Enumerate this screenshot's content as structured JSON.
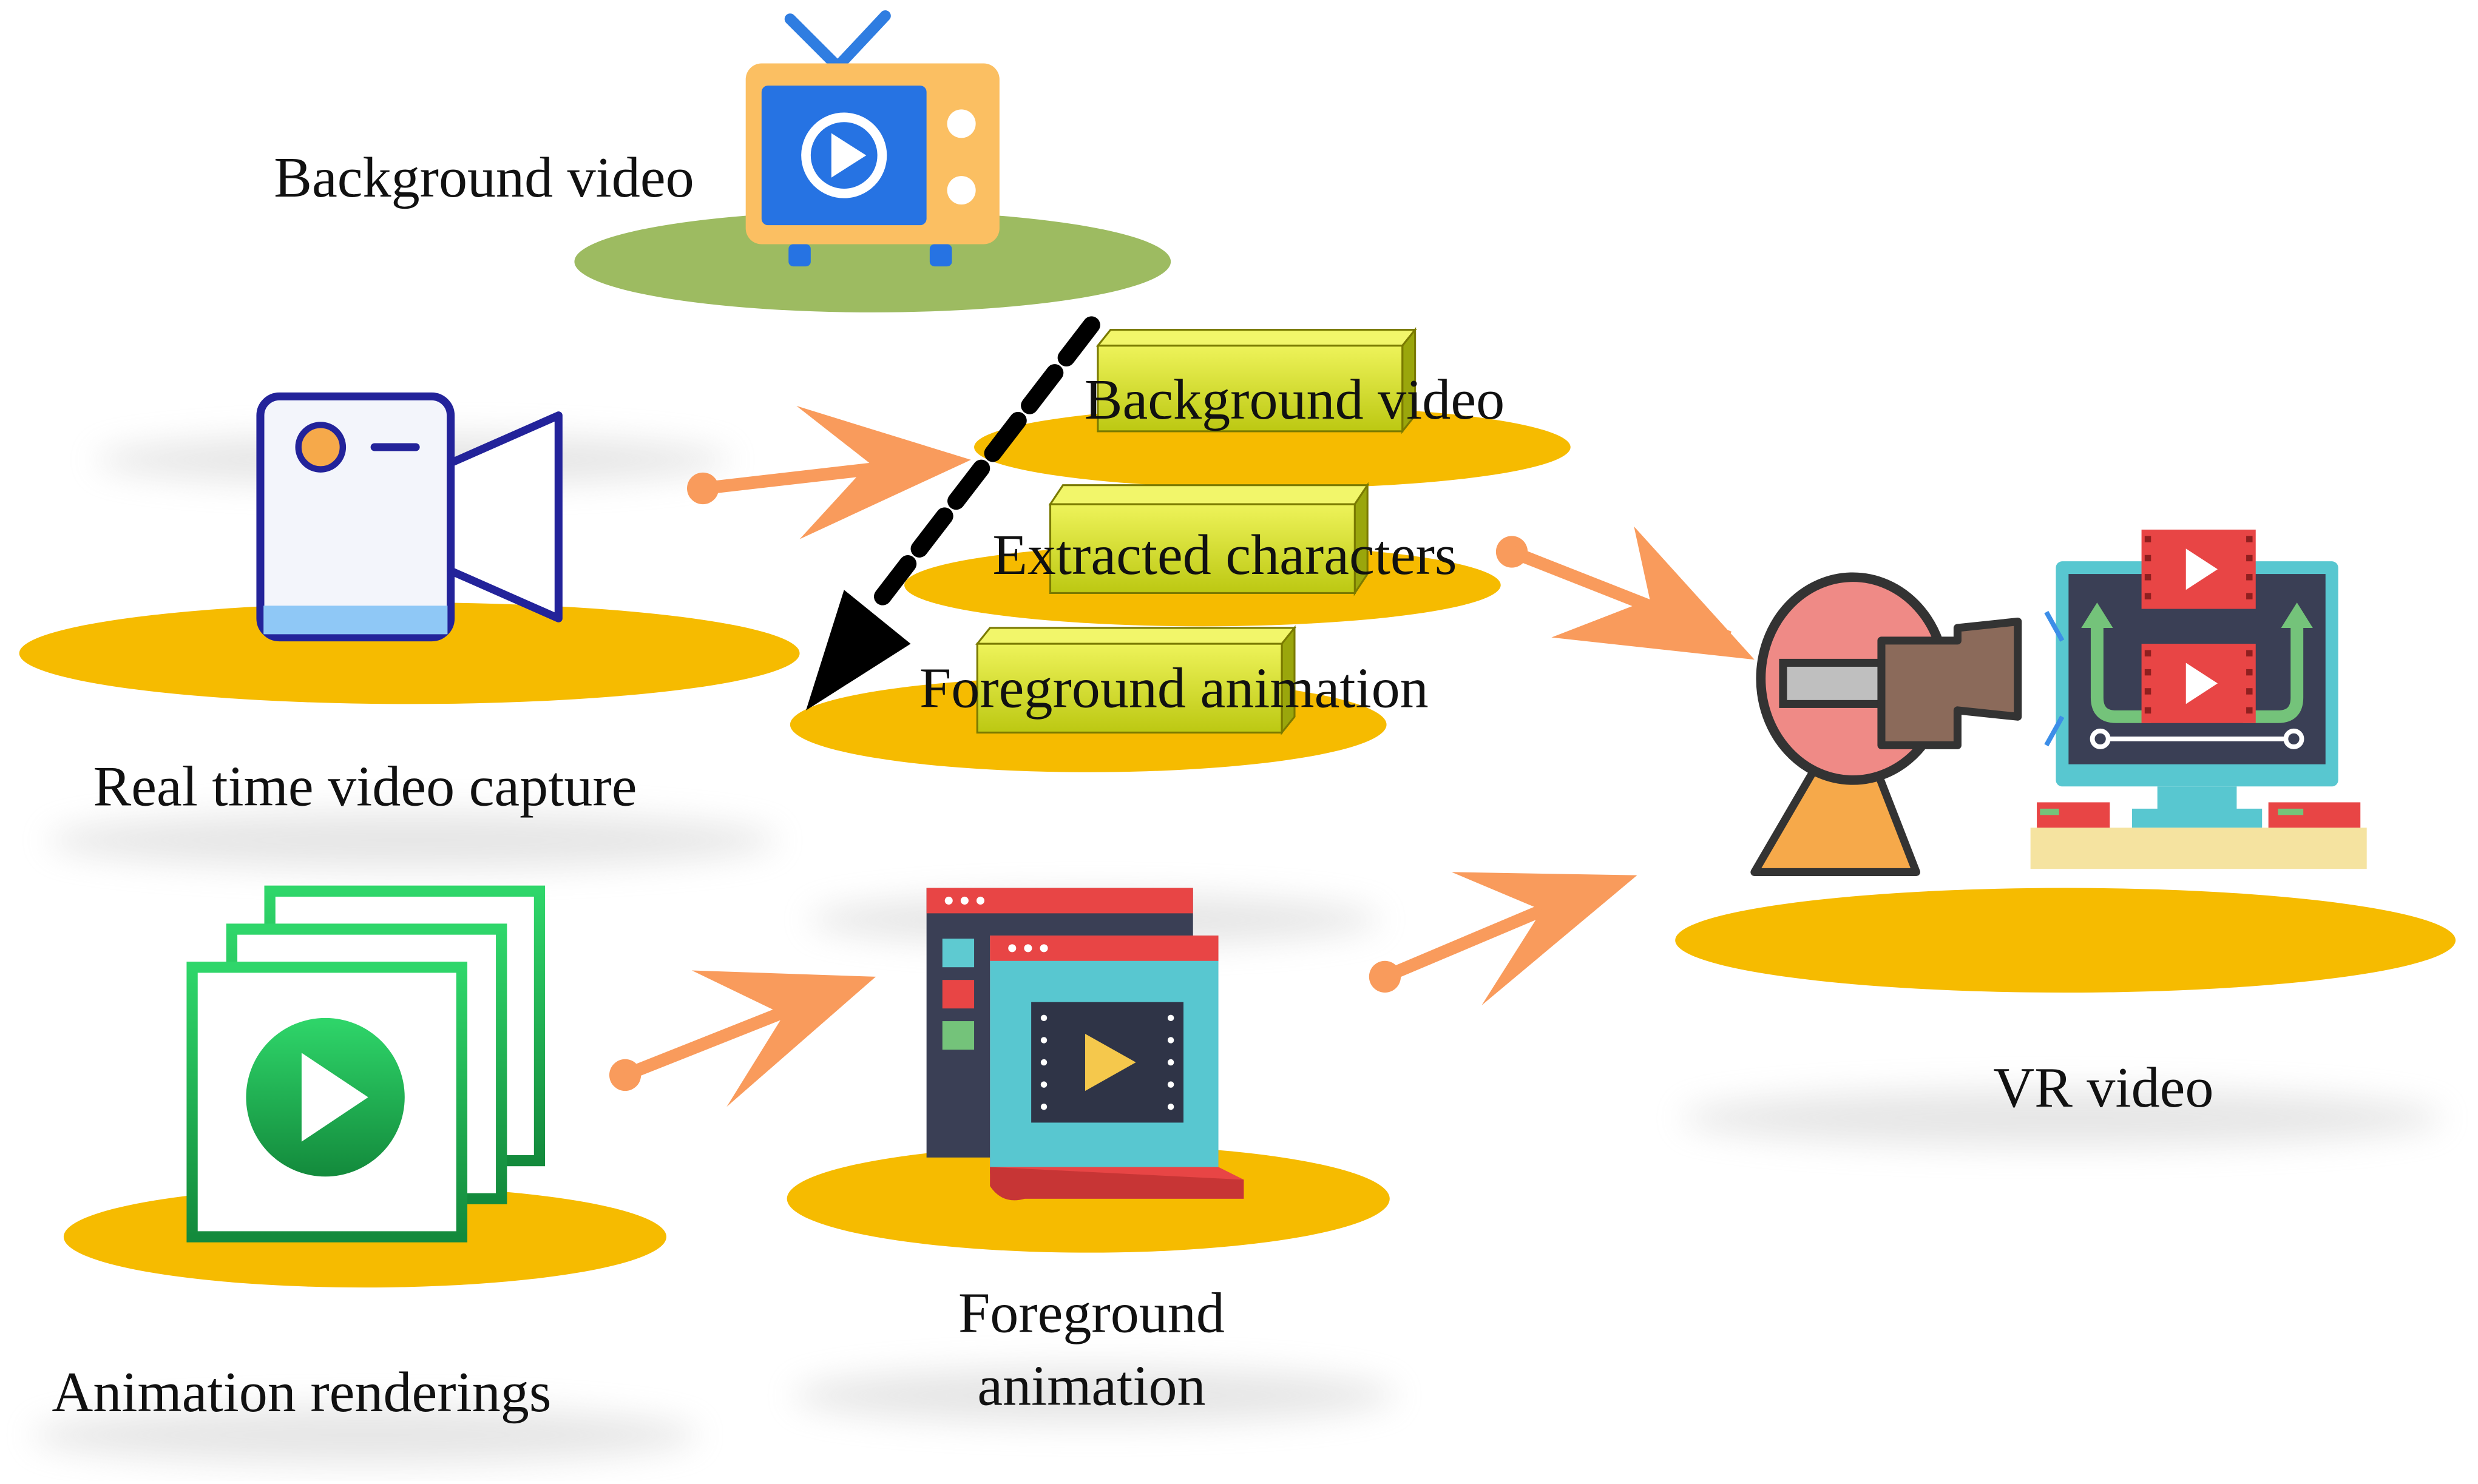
{
  "nodes": {
    "background_video": {
      "label": "Background video"
    },
    "real_time_capture": {
      "label": "Real time video capture"
    },
    "animation_renderings": {
      "label": "Animation renderings"
    },
    "foreground_animation": {
      "label_line1": "Foreground",
      "label_line2": "animation"
    },
    "vr_video": {
      "label": "VR video"
    }
  },
  "layers": [
    {
      "label": "Background video"
    },
    {
      "label": "Extracted characters"
    },
    {
      "label": "Foreground animation"
    }
  ],
  "icons": {
    "tv": "tv-play-icon",
    "camera": "video-camera-icon",
    "animation": "stacked-frames-play-icon",
    "foreground": "editor-window-video-icon",
    "vr": "vr-headset-monitor-icon"
  },
  "colors": {
    "platform_yellow": "#F6BB00",
    "platform_green": "#9DBB61",
    "arrow_orange": "#F99B5C",
    "layer_box": "#DCE619",
    "dashed_arrow": "#000000"
  }
}
